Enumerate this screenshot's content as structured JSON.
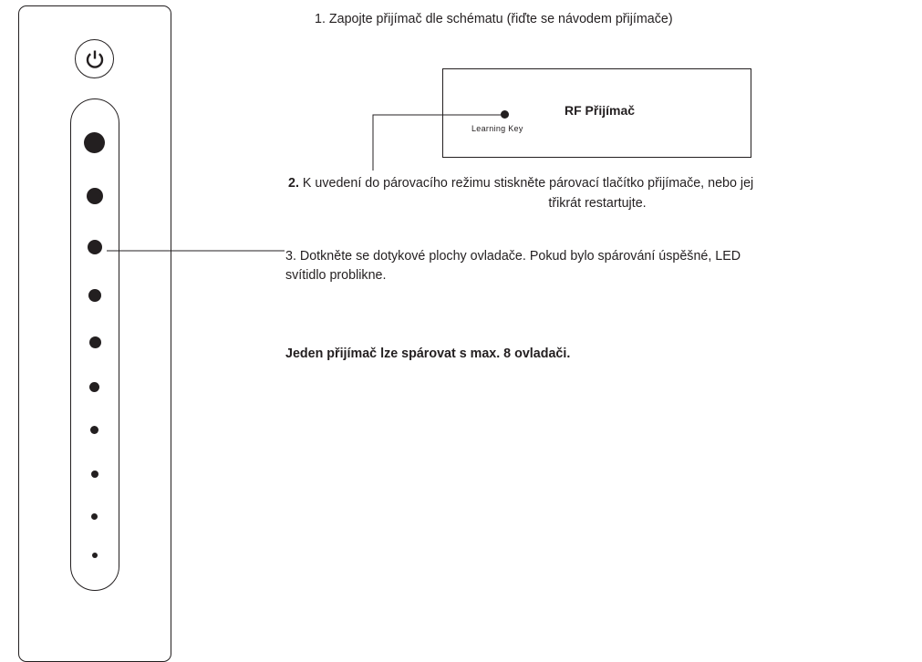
{
  "remote": {
    "power_icon": "power-icon",
    "touch_dots": 10
  },
  "receiver": {
    "title": "RF Přijímač",
    "learning_key": "Learning Key"
  },
  "steps": {
    "step1": "1.  Zapojte přijímač dle schématu (řiďte se návodem přijímače)",
    "step2_number": "2.",
    "step2_line1": " K uvedení do párovacího režimu stiskněte párovací tlačítko přijímače, nebo jej",
    "step2_line2": "třikrát restartujte.",
    "step3_line1": "3. Dotkněte se dotykové plochy ovladače. Pokud bylo spárování úspěšné, LED",
    "step3_line2": "svítidlo problikne.",
    "note": "Jeden přijímač lze spárovat s max. 8 ovladači."
  }
}
